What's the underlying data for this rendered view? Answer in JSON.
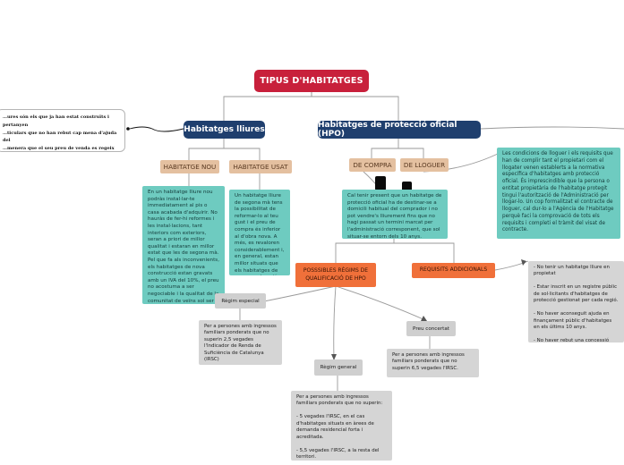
{
  "root": {
    "title": "TIPUS D'HABITATGES"
  },
  "main": {
    "lliures": "Habitatges lliures",
    "hpo": "Habitatges de protecció oficial (HPO)"
  },
  "left_note": {
    "text": "…ures són els que ja han estat construïts i pertanyen\n…ticulars que no han rebut cap mena d'ajuda del\n…menera que el seu preu de venda es regeix per la\n… demanda."
  },
  "lliures_children": {
    "nou_label": "HABITATGE NOU",
    "usat_label": "HABITATGE USAT",
    "nou_text": "En un habitatge lliure nou podràs instal·lar-te immediatament al pis o casa acabada d'adquirir. No hauràs de fer-hi reformes i les instal·lacions, tant interiors com exteriors, seran a  priori de millor qualitat i estaran en  millor estat que les de segona mà. Pel que fa als inconvenients, els habitatges de nova construcció estan gravats amb un IVA del 10%, el preu no acostuma a ser negociable i la qualitat de la comunitat de veïns sol ser més alta.",
    "usat_text": "Un habitatge lliure de segona mà tens la possibilitat de reformar-lo al teu gust i el preu de compra és inferior al d'obra nova. A més, es revaloren considerablement i, en general, estan millor situats que els habitatges de nova construcció."
  },
  "hpo_children": {
    "compra_label": "DE COMPRA",
    "lloguer_label": "DE LLOGUER",
    "compra_text": "Cal tenir present que un habitatge de protecció oficial ha de destinar-se a domicili habitual del comprador i no pot vendre's lliurement fins que no hagi passat un termini marcat per l'administració corresponent, que sol situar-se entorn dels 10 anys.",
    "lloguer_text": "Les condicions de lloguer i els requisits que han de complir tant el propietari com el llogater venen establerts a la normativa específica d'habitatges amb protecció oficial. És imprescindible que la persona o entitat propietària de l'habitatge protegit tingui l'autorització de l'Administració per llogar-lo. Un cop formalitzat el contracte de lloguer, cal dur-lo a l'Agència de l'Habitatge perquè faci la comprovació de tots els requisits i completi el tràmit del visat de contracte."
  },
  "regims": {
    "label": "POSSSIBLES RÈGIMS DE QUALIFICACIÓ DE HPO",
    "especial_label": "Règim especial",
    "especial_text": "Per a persones amb ingressos familiars ponderats que no superin 2,5 vegades l'Indicador de Renda de Suficiència de Catalunya (IRSC)",
    "general_label": "Règim general",
    "general_text": "Per a persones amb ingressos familiars ponderats que no superin:\n\n- 5 vegades l'IRSC, en el cas d'habitatges situats en àrees de demanda residencial forta i acreditada.\n\n- 5,5 vegades l'IRSC, a la resta del territori.",
    "concertat_label": "Preu concertat",
    "concertat_text": "Per a persones amb ingressos familiars ponderats que no superin 6,5 vegades l'IRSC."
  },
  "requisits": {
    "label": "REQUISITS ADDICIONALS",
    "text": "- No tenir un habitatge lliure en propietat\n\n- Estar inscrit en un registre públic de sol·licitants d'habitatges de protecció gestionat per cada regió.\n\n- No haver aconseguit ajuda en finançament públic d'habitatges en els últims 10 anys.\n\n- No haver rebut una concessió d'un habitatge amb anterioritat, tret que es demostri que la tinença d'un habitatge impropi a causa de circumstàncies familiars o personals."
  },
  "colors": {
    "root": "#c8203b",
    "main": "#1f3f6e",
    "tan": "#e4c0a0",
    "teal": "#6ecbc0",
    "orange": "#f0703a",
    "gray": "#d5d5d5"
  }
}
